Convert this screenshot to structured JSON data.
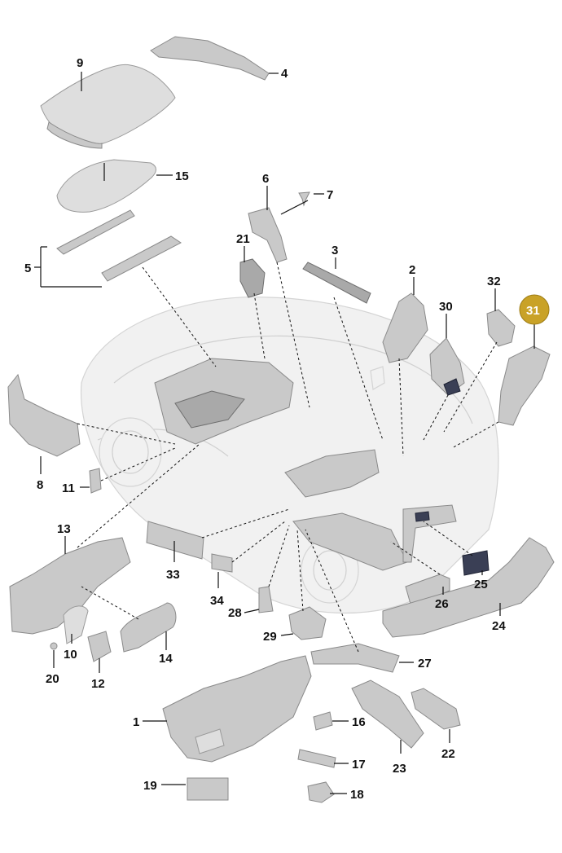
{
  "diagram": {
    "labels": [
      "1",
      "2",
      "3",
      "4",
      "5",
      "6",
      "7",
      "8",
      "9",
      "10",
      "11",
      "12",
      "13",
      "14",
      "15",
      "16",
      "17",
      "18",
      "19",
      "20",
      "21",
      "22",
      "23",
      "24",
      "25",
      "26",
      "27",
      "28",
      "29",
      "30",
      "31",
      "32",
      "33",
      "34"
    ],
    "highlight": {
      "label": "31",
      "color": "#c9a227"
    },
    "colors": {
      "part": "#c9c9c9",
      "car_ghost": "#f1f1f1",
      "line": "#111111"
    }
  }
}
